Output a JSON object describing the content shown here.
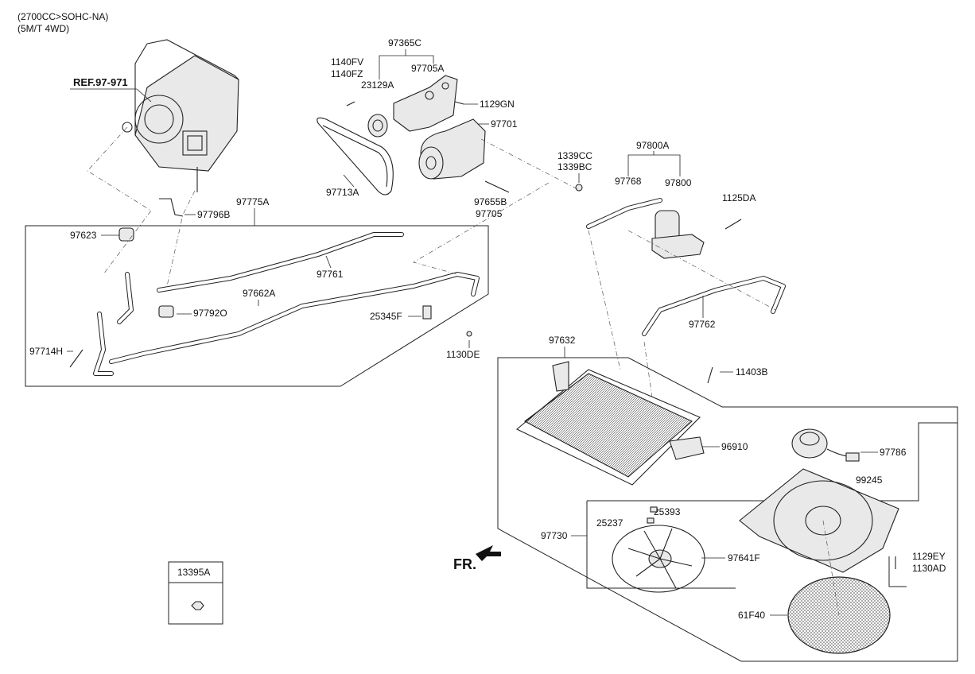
{
  "header": {
    "line1": "(2700CC>SOHC-NA)",
    "line2": "(5M/T 4WD)"
  },
  "reference_label": "REF.97-971",
  "direction_label": "FR.",
  "parts": {
    "p97365C": "97365C",
    "p1140FV": "1140FV",
    "p1140FZ": "1140FZ",
    "p97705A": "97705A",
    "p23129A": "23129A",
    "p1129GN": "1129GN",
    "p97701": "97701",
    "p97713A": "97713A",
    "p97655B": "97655B",
    "p97705": "97705",
    "p1339CC": "1339CC",
    "p1339BC": "1339BC",
    "p97800A": "97800A",
    "p97768": "97768",
    "p97800": "97800",
    "p1125DA": "1125DA",
    "p97775A": "97775A",
    "p97796B": "97796B",
    "p97623": "97623",
    "p97761": "97761",
    "p97662A": "97662A",
    "p97792O": "97792O",
    "p25345F": "25345F",
    "p1130DE": "1130DE",
    "p97714H": "97714H",
    "p97762": "97762",
    "p97632": "97632",
    "p11403B": "11403B",
    "p96910": "96910",
    "p97786": "97786",
    "p99245": "99245",
    "p25393": "25393",
    "p25237": "25237",
    "p97730": "97730",
    "p97641F": "97641F",
    "p1129EY": "1129EY",
    "p1130AD": "1130AD",
    "p61F40": "61F40",
    "p13395A": "13395A"
  }
}
